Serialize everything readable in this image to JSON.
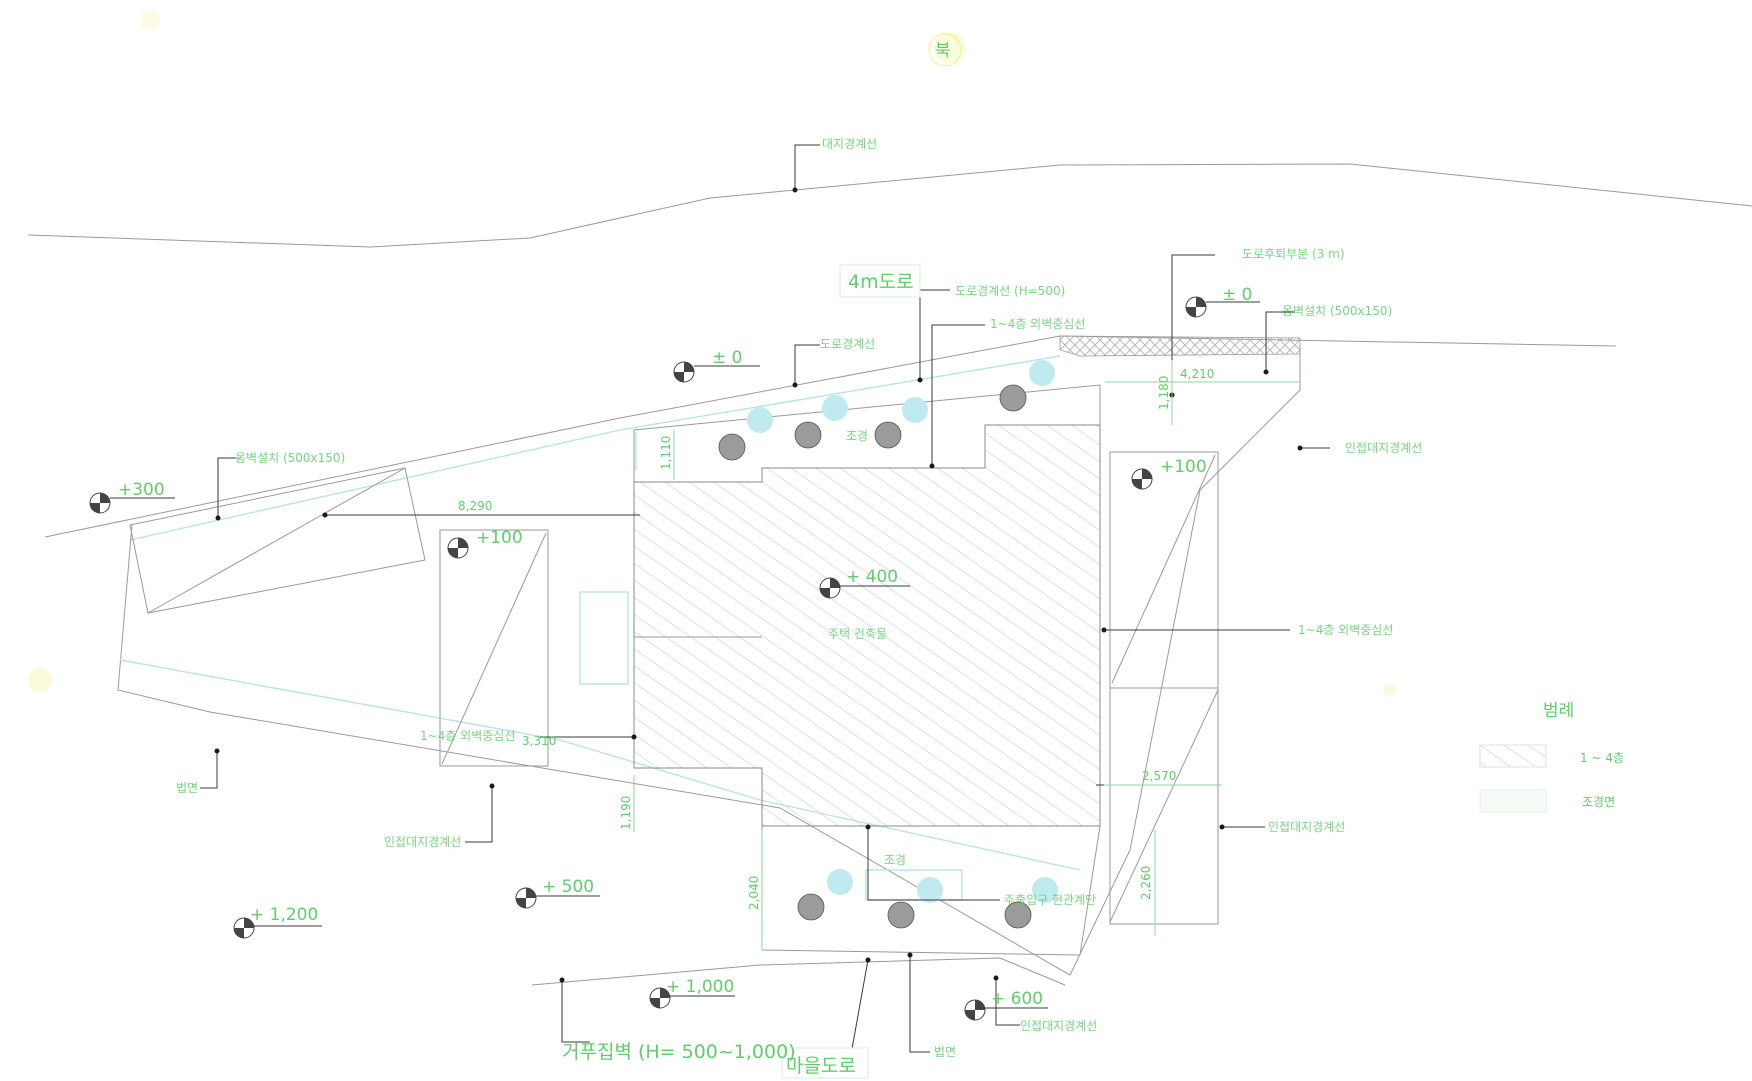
{
  "compass": {
    "north_label": "북"
  },
  "road": {
    "width_label": "4m도로",
    "village_road_label": "마을도로"
  },
  "elevations": [
    {
      "id": "e-top-mid",
      "value": "± 0"
    },
    {
      "id": "e-top-right",
      "value": "± 0"
    },
    {
      "id": "e-left-300",
      "value": "+300"
    },
    {
      "id": "e-left-100",
      "value": "+100"
    },
    {
      "id": "e-center-400",
      "value": "+ 400"
    },
    {
      "id": "e-right-100",
      "value": "+100"
    },
    {
      "id": "e-b-500",
      "value": "+ 500"
    },
    {
      "id": "e-b-1200",
      "value": "+ 1,200"
    },
    {
      "id": "e-b-1000",
      "value": "+ 1,000"
    },
    {
      "id": "e-b-600",
      "value": "+ 600"
    }
  ],
  "dimensions": [
    {
      "id": "d-4210",
      "value": "4,210"
    },
    {
      "id": "d-1180",
      "value": "1,180"
    },
    {
      "id": "d-1110",
      "value": "1,110"
    },
    {
      "id": "d-8290",
      "value": "8,290"
    },
    {
      "id": "d-3310",
      "value": "3,310"
    },
    {
      "id": "d-1190",
      "value": "1,190"
    },
    {
      "id": "d-2040",
      "value": "2,040"
    },
    {
      "id": "d-2570",
      "value": "2,570"
    },
    {
      "id": "d-2260",
      "value": "2,260"
    }
  ],
  "faint_labels": [
    {
      "id": "t-top",
      "value": "대지경계선"
    },
    {
      "id": "t-right-road",
      "value": "도로후퇴부분 (3 m)"
    },
    {
      "id": "t-ret-top",
      "value": "옹벽설치 (500x150)"
    },
    {
      "id": "t-sidewalk",
      "value": "도로경계선 (H=500)"
    },
    {
      "id": "t-road-bound",
      "value": "도로경계선"
    },
    {
      "id": "t-bldg-line",
      "value": "1~4층 외벽중심선"
    },
    {
      "id": "t-ret-left",
      "value": "옹벽설치 (500x150)"
    },
    {
      "id": "t-adj-right",
      "value": "인접대지경계선"
    },
    {
      "id": "t-cl-right",
      "value": "1~4층 외벽중심선"
    },
    {
      "id": "t-cl-left",
      "value": "1~4층 외벽중심선"
    },
    {
      "id": "t-adj-right2",
      "value": "인접대지경계선"
    },
    {
      "id": "t-slope",
      "value": "법면"
    },
    {
      "id": "t-adj-left",
      "value": "인접대지경계선"
    },
    {
      "id": "t-adj-bottom",
      "value": "인접대지경계선"
    },
    {
      "id": "t-bottom-edge",
      "value": "법면"
    },
    {
      "id": "t-planter",
      "value": "조경"
    },
    {
      "id": "t-planter2",
      "value": "조경"
    },
    {
      "id": "t-entrance",
      "value": "주출입구 현관계단"
    },
    {
      "id": "t-building",
      "value": "주택 건축물"
    }
  ],
  "retaining_wall_label": "거푸집벽 (H= 500~1,000)",
  "legend": {
    "title": "범례",
    "items": [
      {
        "pattern": "hatch",
        "label": "1 ~ 4층"
      },
      {
        "pattern": "plain",
        "label": "조경면"
      }
    ]
  },
  "colors": {
    "label_green": "#5fcf6a",
    "tree_cyan": "#bfeaf0",
    "yellow": "#f2f29a",
    "hatch": "#d9d9d9"
  }
}
